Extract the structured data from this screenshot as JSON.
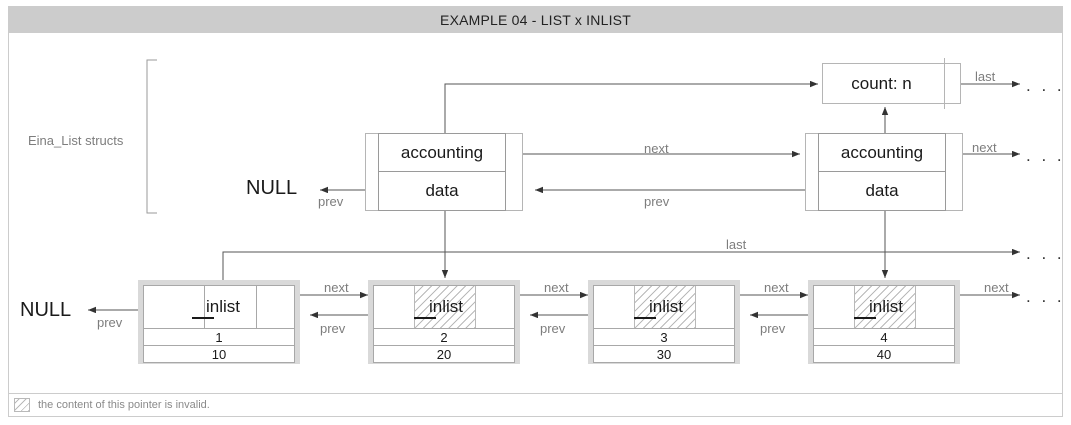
{
  "title": "EXAMPLE 04 - LIST x INLIST",
  "labels": {
    "eina_list_structs": "Eina_List structs",
    "null_top": "NULL",
    "null_bottom": "NULL",
    "ellipsis": ". . ."
  },
  "list_structs": [
    {
      "name": "list-node-1",
      "accounting": "accounting",
      "data": "data",
      "prev_label": "prev",
      "next_label": "next"
    },
    {
      "name": "list-node-2",
      "accounting": "accounting",
      "data": "data",
      "prev_label": "prev",
      "next_label": "next"
    }
  ],
  "accounting_box": {
    "count": "count: n",
    "last_label": "last"
  },
  "inlist_nodes": [
    {
      "field": "inlist",
      "value1": "1",
      "value2": "10",
      "invalid": false,
      "next_label": "next",
      "prev_label": "prev"
    },
    {
      "field": "inlist",
      "value1": "2",
      "value2": "20",
      "invalid": true,
      "next_label": "next",
      "prev_label": "prev"
    },
    {
      "field": "inlist",
      "value1": "3",
      "value2": "30",
      "invalid": true,
      "next_label": "next",
      "prev_label": "prev"
    },
    {
      "field": "inlist",
      "value1": "4",
      "value2": "40",
      "invalid": true,
      "next_label": "next",
      "prev_label": "prev"
    }
  ],
  "inlist_last_label": "last",
  "legend": {
    "text": "the content of this pointer is invalid."
  },
  "colors": {
    "title_bar": "#cccccc",
    "frame_border": "#cccccc",
    "node_frame": "#d9d9d9",
    "wire": "#4a4a4a",
    "label_text": "#7d7d7d",
    "hatch": "#b9b9b9"
  }
}
